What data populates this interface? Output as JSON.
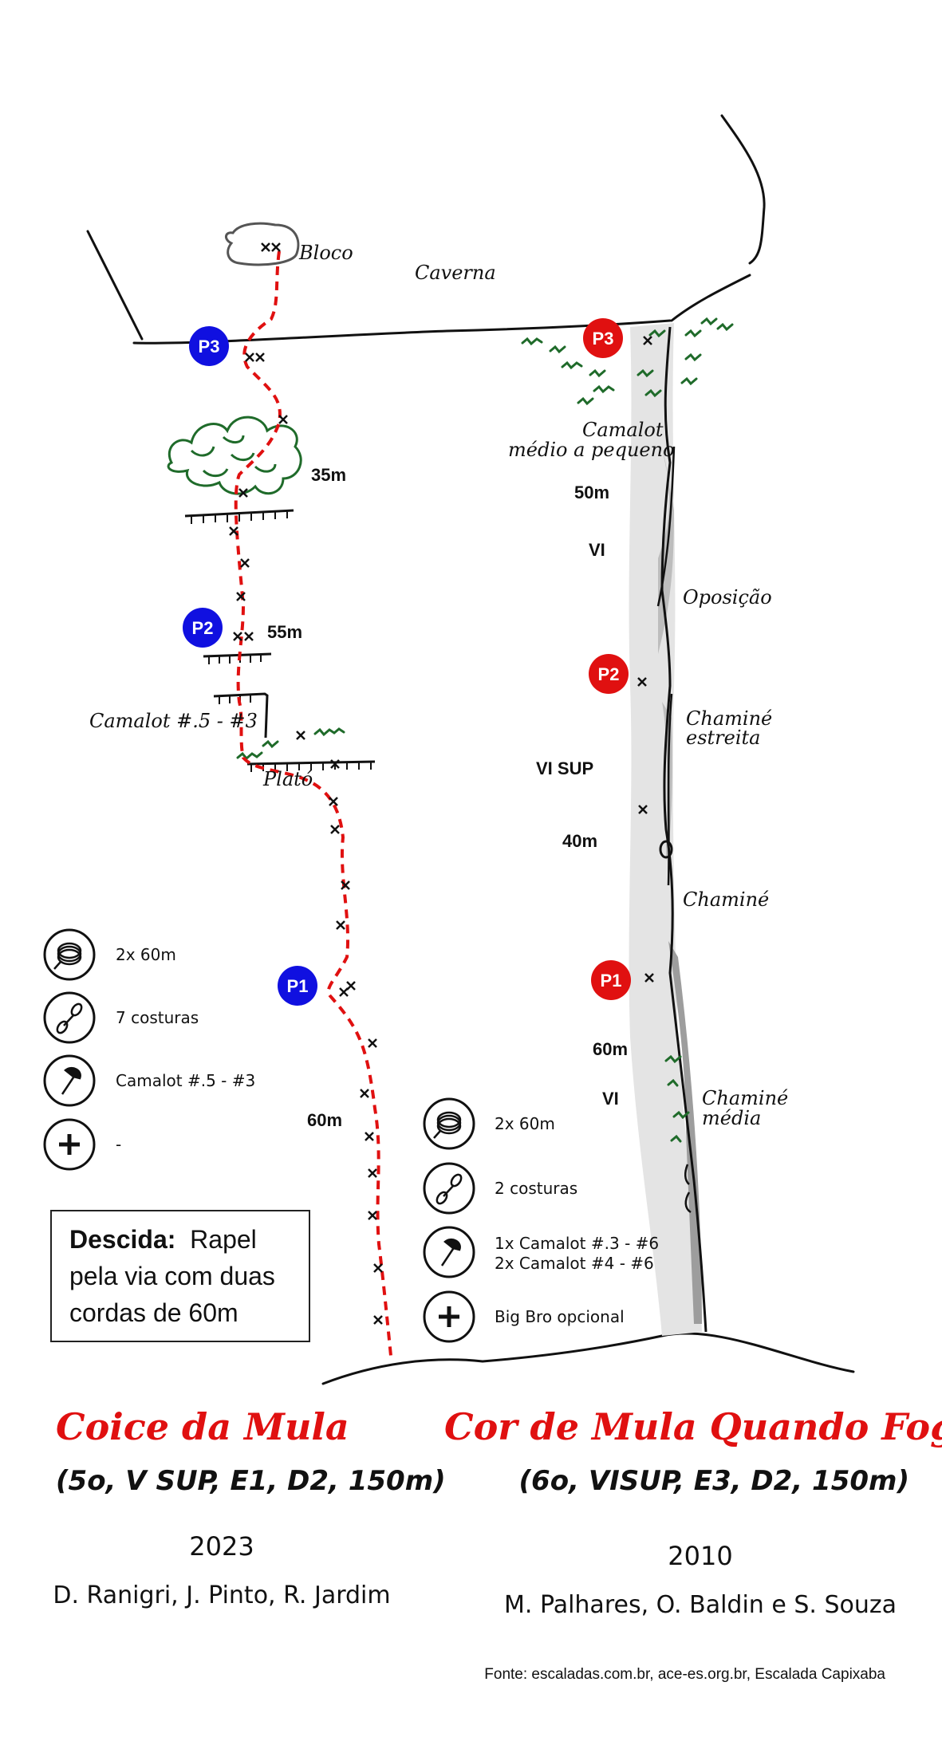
{
  "left_route": {
    "name": "Coice da Mula",
    "grade": "(5o, V SUP, E1, D2, 150m)",
    "year": "2023",
    "authors": "D. Ranigri, J. Pinto, R. Jardim",
    "belays": [
      "P1",
      "P2",
      "P3"
    ],
    "pitch_lengths": [
      "60m",
      "55m",
      "35m"
    ],
    "labels": {
      "block": "Bloco",
      "cave": "Caverna",
      "plateau": "Plató",
      "camalot_note": "Camalot #.5 - #3"
    },
    "gear": [
      {
        "icon": "rope-icon",
        "text": "2x 60m"
      },
      {
        "icon": "quickdraw-icon",
        "text": "7 costuras"
      },
      {
        "icon": "camalot-icon",
        "text": "Camalot #.5 - #3"
      },
      {
        "icon": "plus-icon",
        "text": "-"
      }
    ],
    "descent": {
      "label": "Descida:",
      "text_line1": "Rapel",
      "text_line2": "pela via com duas",
      "text_line3": "cordas de 60m"
    }
  },
  "right_route": {
    "name": "Cor de Mula Quando Foge",
    "grade": "(6o, VISUP, E3, D2, 150m)",
    "year": "2010",
    "authors": "M. Palhares, O. Baldin e S. Souza",
    "belays": [
      "P1",
      "P2",
      "P3"
    ],
    "pitches": [
      {
        "length": "60m",
        "grade": "VI"
      },
      {
        "length": "40m",
        "grade": "VI SUP"
      },
      {
        "length": "50m",
        "grade": "VI"
      }
    ],
    "labels": {
      "camalot_line1": "Camalot",
      "camalot_line2": "médio a pequeno",
      "oposicao": "Oposição",
      "chamine_estreita_line1": "Chaminé",
      "chamine_estreita_line2": "estreita",
      "chamine": "Chaminé",
      "chamine_media_line1": "Chaminé",
      "chamine_media_line2": "média"
    },
    "gear": [
      {
        "icon": "rope-icon",
        "text": "2x 60m"
      },
      {
        "icon": "quickdraw-icon",
        "text": "2 costuras"
      },
      {
        "icon": "camalot-icon",
        "text": "1x Camalot #.3 - #6",
        "text2": "2x Camalot #4 - #6"
      },
      {
        "icon": "plus-icon",
        "text": "Big Bro opcional"
      }
    ]
  },
  "source": "Fonte: escaladas.com.br, ace-es.org.br, Escalada Capixaba",
  "colors": {
    "red": "#e01010",
    "blue": "#1010e0",
    "green": "#1f6b2a",
    "rock": "#e2e2e2"
  }
}
